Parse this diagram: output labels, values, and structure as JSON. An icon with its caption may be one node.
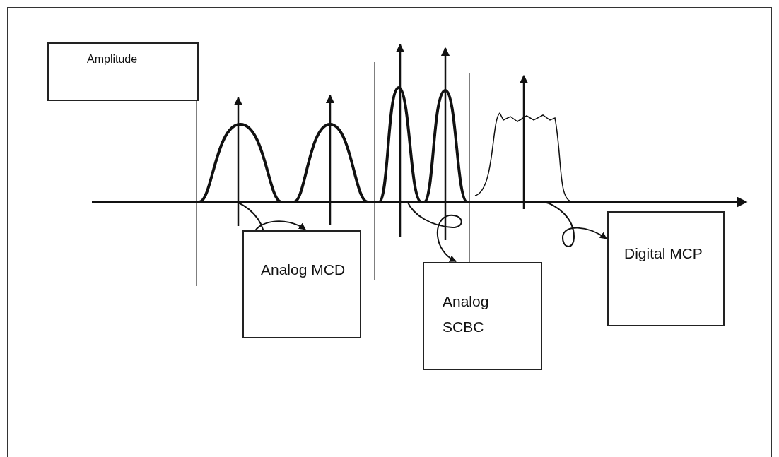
{
  "diagram": {
    "nodes": [
      {
        "text": [
          "Amplitude"
        ]
      },
      {
        "text": [
          "Analog MCD"
        ]
      },
      {
        "text": [
          "Analog SCBC"
        ]
      },
      {
        "text": [
          "Digital MCP"
        ]
      },
      {
        "text": [],
        "shape": "picture"
      },
      {
        "text": [],
        "shape": "picture"
      },
      {
        "text": [],
        "shape": "picture"
      }
    ],
    "edges": [
      {
        "from": 4,
        "to": 1,
        "arrow": "to"
      },
      {
        "from": 5,
        "to": 2,
        "arrow": "to"
      },
      {
        "from": 6,
        "to": 3,
        "arrow": "to"
      }
    ]
  }
}
